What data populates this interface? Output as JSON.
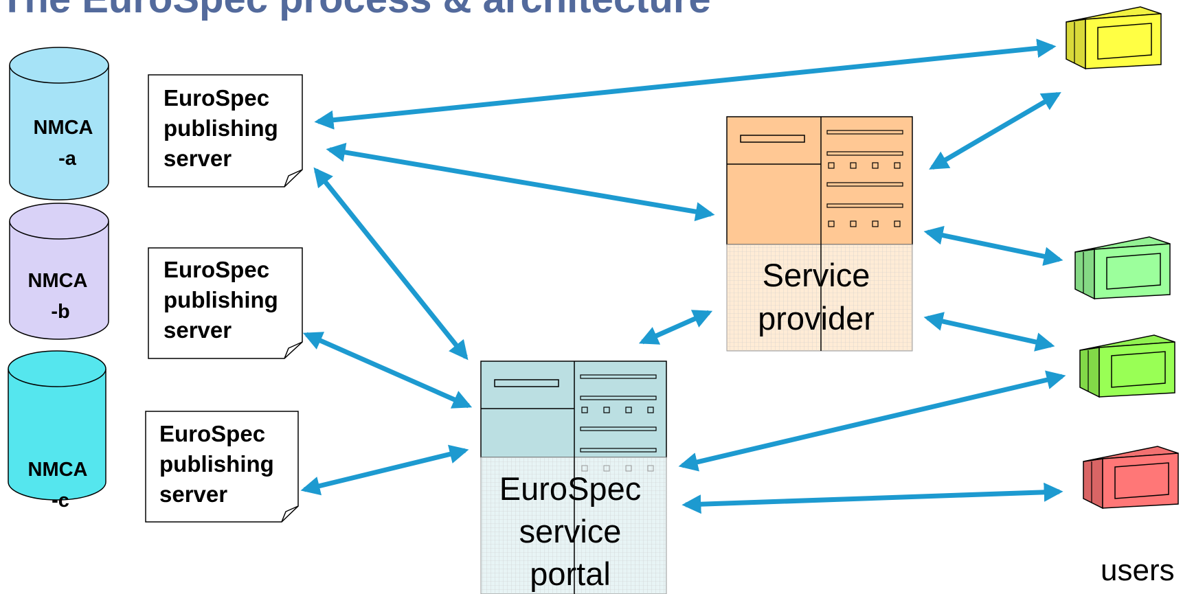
{
  "title": "The EuroSpec process & architecture",
  "databases": [
    {
      "line1": "NMCA",
      "line2": "-a",
      "color": "#a6e3f7"
    },
    {
      "line1": "NMCA",
      "line2": "-b",
      "color": "#d9d2f7"
    },
    {
      "line1": "NMCA",
      "line2": "-c",
      "color": "#55e6ee"
    }
  ],
  "publishing_servers": [
    {
      "lines": [
        "EuroSpec",
        "publishing",
        "server"
      ]
    },
    {
      "lines": [
        "EuroSpec",
        "publishing",
        "server"
      ]
    },
    {
      "lines": [
        "EuroSpec",
        "publishing",
        "server"
      ]
    }
  ],
  "service_provider": {
    "lines": [
      "Service",
      "provider"
    ],
    "color": "#ffc894"
  },
  "service_portal": {
    "lines": [
      "EuroSpec",
      "service",
      "portal"
    ],
    "color": "#bbdfe2"
  },
  "users": {
    "label": "users",
    "terminals": [
      {
        "color": "#ffff44"
      },
      {
        "color": "#9cff9c"
      },
      {
        "color": "#99ff55"
      },
      {
        "color": "#ff7777"
      }
    ]
  },
  "colors": {
    "arrow": "#1d9ad0",
    "title": "#536a9c"
  }
}
